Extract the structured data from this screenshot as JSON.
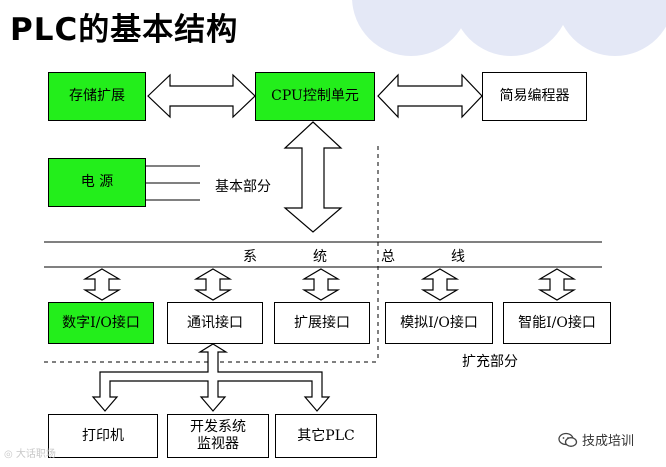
{
  "title": "PLC的基本结构",
  "boxes": {
    "storage": "存储扩展",
    "cpu": "CPU控制单元",
    "programmer": "简易编程器",
    "power": "电      源",
    "digital_io": "数字I/O接口",
    "comm": "通讯接口",
    "expand": "扩展接口",
    "analog_io": "模拟I/O接口",
    "smart_io": "智能I/O接口",
    "printer": "打印机",
    "monitor": "开发系统\n监视器",
    "other_plc": "其它PLC"
  },
  "labels": {
    "basic_part": "基本部分",
    "bus_1": "系",
    "bus_2": "统",
    "bus_3": "总",
    "bus_4": "线",
    "expansion_part": "扩充部分"
  },
  "watermarks": {
    "left": "大话职场",
    "right": "技成培训"
  },
  "colors": {
    "green": "#23ee1b",
    "decor": "#e4e8f6"
  }
}
